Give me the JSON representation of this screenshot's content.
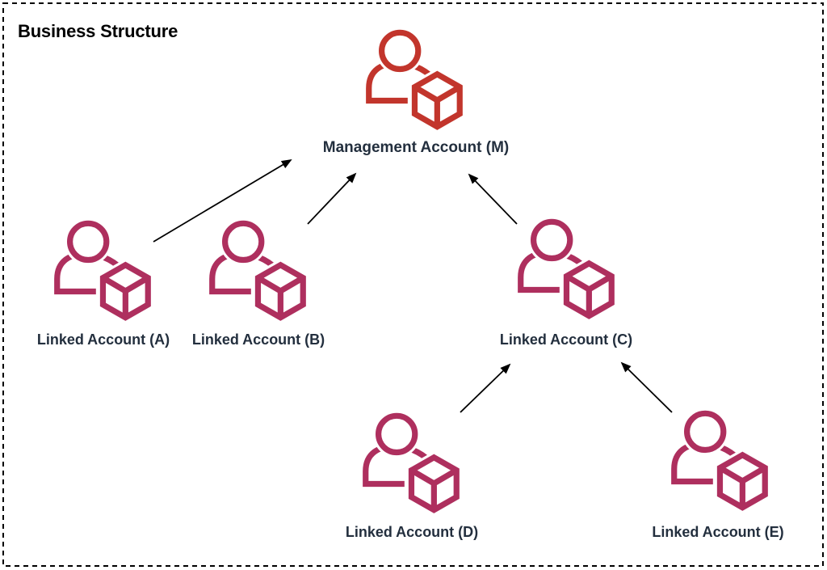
{
  "diagram": {
    "title": "Business Structure",
    "nodes": [
      {
        "id": "m",
        "label": "Management Account (M)",
        "type": "management",
        "icon": "user-cube-icon"
      },
      {
        "id": "a",
        "label": "Linked Account (A)",
        "type": "linked",
        "icon": "user-cube-icon"
      },
      {
        "id": "b",
        "label": "Linked Account (B)",
        "type": "linked",
        "icon": "user-cube-icon"
      },
      {
        "id": "c",
        "label": "Linked Account (C)",
        "type": "linked",
        "icon": "user-cube-icon"
      },
      {
        "id": "d",
        "label": "Linked Account (D)",
        "type": "linked",
        "icon": "user-cube-icon"
      },
      {
        "id": "e",
        "label": "Linked Account (E)",
        "type": "linked",
        "icon": "user-cube-icon"
      }
    ],
    "edges": [
      {
        "from": "Linked Account (A)",
        "to": "Management Account (M)"
      },
      {
        "from": "Linked Account (B)",
        "to": "Management Account (M)"
      },
      {
        "from": "Linked Account (C)",
        "to": "Management Account (M)"
      },
      {
        "from": "Linked Account (D)",
        "to": "Linked Account (C)"
      },
      {
        "from": "Linked Account (E)",
        "to": "Linked Account (C)"
      }
    ],
    "colors": {
      "management_icon": "#C2352C",
      "linked_icon": "#AE2F5E",
      "label_text": "#232F3E",
      "title_text": "#000000",
      "arrow": "#000000",
      "border": "#000000",
      "background": "#FFFFFF"
    }
  }
}
